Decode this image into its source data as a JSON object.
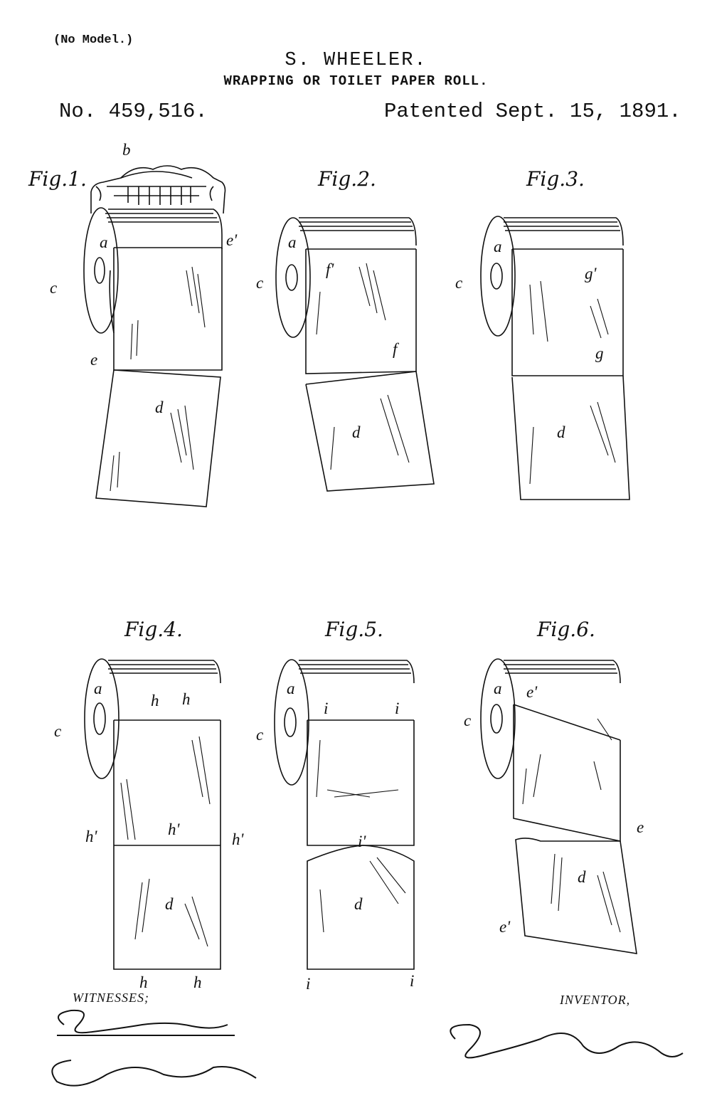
{
  "header": {
    "no_model": "(No Model.)",
    "inventor_name": "S. WHEELER.",
    "title": "WRAPPING OR TOILET PAPER ROLL.",
    "patent_number": "No. 459,516.",
    "patent_date": "Patented Sept. 15, 1891."
  },
  "figures": {
    "fig1": "Fig.1.",
    "fig2": "Fig.2.",
    "fig3": "Fig.3.",
    "fig4": "Fig.4.",
    "fig5": "Fig.5.",
    "fig6": "Fig.6."
  },
  "refs": {
    "a": "a",
    "b": "b",
    "c": "c",
    "d": "d",
    "e": "e",
    "e_prime": "e'",
    "f": "f",
    "f_prime": "f'",
    "g": "g",
    "g_prime": "g'",
    "h": "h",
    "h_prime": "h'",
    "i": "i",
    "i_prime": "i'"
  },
  "footer": {
    "witnesses": "WITNESSES;",
    "inventor": "INVENTOR,"
  }
}
